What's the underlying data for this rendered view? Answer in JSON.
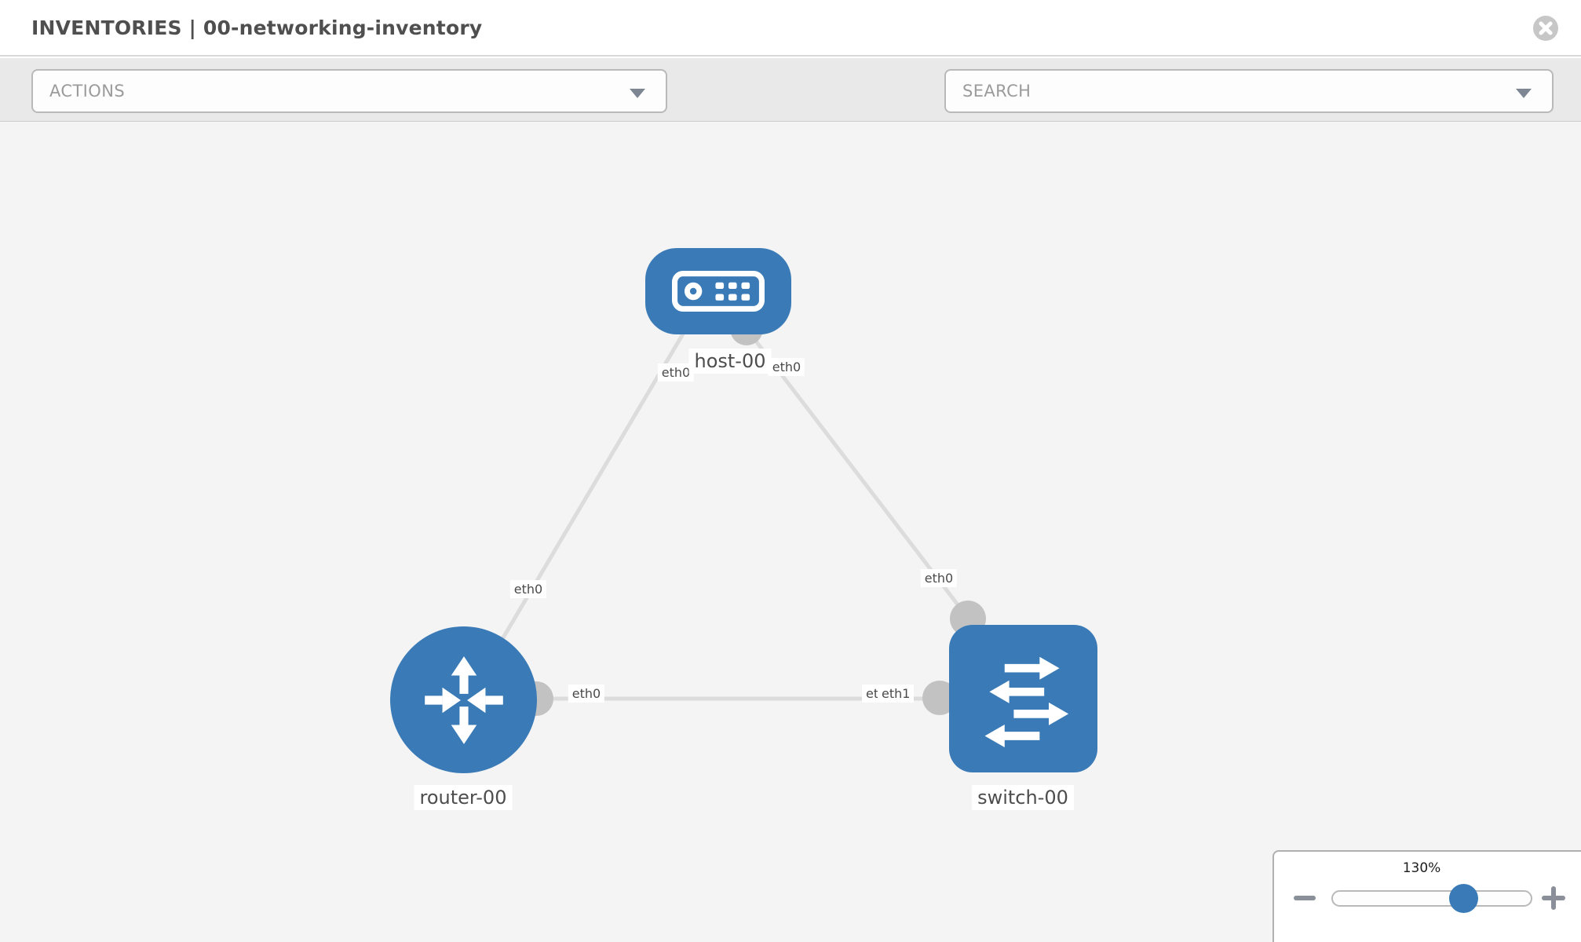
{
  "header": {
    "title": "INVENTORIES | 00-networking-inventory",
    "close_icon": "x-circle"
  },
  "toolbar": {
    "actions_label": "ACTIONS",
    "search_label": "SEARCH",
    "icons": [
      "wrench-icon",
      "key-icon"
    ]
  },
  "topology": {
    "nodes": [
      {
        "id": "host-00",
        "label": "host-00",
        "type": "host",
        "icon": "host-icon"
      },
      {
        "id": "router-00",
        "label": "router-00",
        "type": "router",
        "icon": "router-icon"
      },
      {
        "id": "switch-00",
        "label": "switch-00",
        "type": "switch",
        "icon": "switch-icon"
      }
    ],
    "links": [
      {
        "from": "host-00",
        "to": "router-00",
        "from_interface": "eth0",
        "to_interface": "eth0"
      },
      {
        "from": "host-00",
        "to": "switch-00",
        "from_interface": "eth0",
        "to_interface": "eth0"
      },
      {
        "from": "router-00",
        "to": "switch-00",
        "from_interface": "eth0",
        "to_interface": "eth1",
        "occluded_label": "eth0"
      }
    ]
  },
  "zoom_control": {
    "level": "130%",
    "minus_icon": "minus",
    "plus_icon": "plus",
    "handle_position_pct": 64
  },
  "colors": {
    "node_blue": "#3a7bb7",
    "link_gray": "#dcdcdc",
    "interface_gray": "#c2c2c2",
    "canvas_bg": "#f4f4f4",
    "toolbar_bg": "#e9e9e9",
    "border_gray": "#b9b9b9",
    "muted_text": "#9b9b9b",
    "label_text": "#4d4d4d"
  }
}
